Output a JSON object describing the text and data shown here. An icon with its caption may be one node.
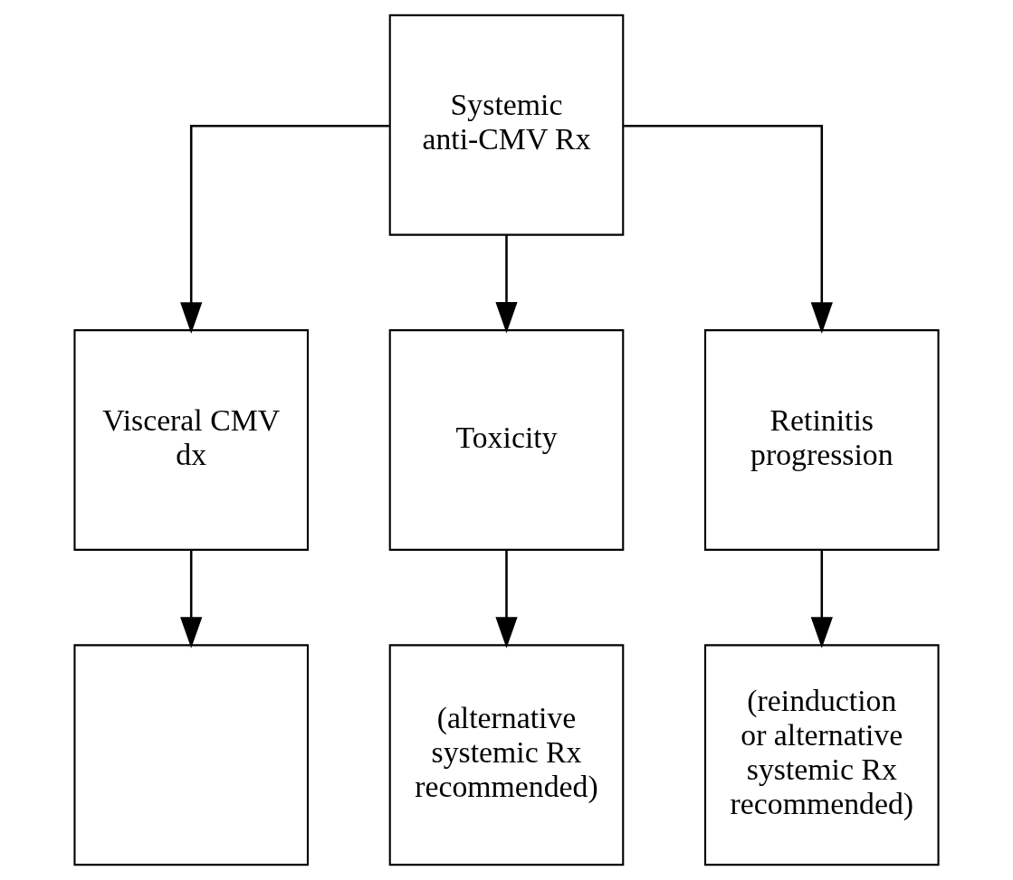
{
  "diagram": {
    "nodes": [
      {
        "text": [
          "Systemic anti-CMV Rx"
        ]
      },
      {
        "text": [
          "Visceral CMV dx"
        ]
      },
      {
        "text": [
          "Toxicity"
        ]
      },
      {
        "text": [
          "Retinitis progression"
        ]
      },
      {
        "text": [],
        "shape": "box"
      },
      {
        "text": [
          "(alternative systemic Rx recommended)"
        ]
      },
      {
        "text": [
          "(reinduction or alternative systemic Rx recommended)"
        ]
      }
    ],
    "edges": [
      {
        "from": 0,
        "to": 1,
        "arrow": "to"
      },
      {
        "from": 0,
        "to": 2,
        "arrow": "to"
      },
      {
        "from": 0,
        "to": 3,
        "arrow": "to"
      },
      {
        "from": 1,
        "to": 4,
        "arrow": "to"
      },
      {
        "from": 2,
        "to": 5,
        "arrow": "to"
      },
      {
        "from": 3,
        "to": 6,
        "arrow": "to"
      }
    ]
  }
}
